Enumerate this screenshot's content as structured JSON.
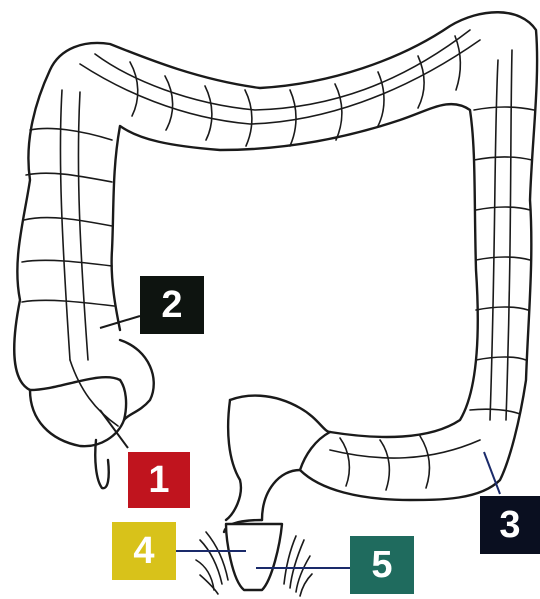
{
  "diagram": {
    "labels": [
      {
        "id": "1",
        "text": "1",
        "color": "#c0141e",
        "line_color": "#1a1a1a"
      },
      {
        "id": "2",
        "text": "2",
        "color": "#0e1410",
        "line_color": "#1a1a1a"
      },
      {
        "id": "3",
        "text": "3",
        "color": "#0a0f20",
        "line_color": "#1a2a6a"
      },
      {
        "id": "4",
        "text": "4",
        "color": "#d8c21a",
        "line_color": "#1a2a6a"
      },
      {
        "id": "5",
        "text": "5",
        "color": "#1f6b5e",
        "line_color": "#1a2a6a"
      }
    ]
  }
}
